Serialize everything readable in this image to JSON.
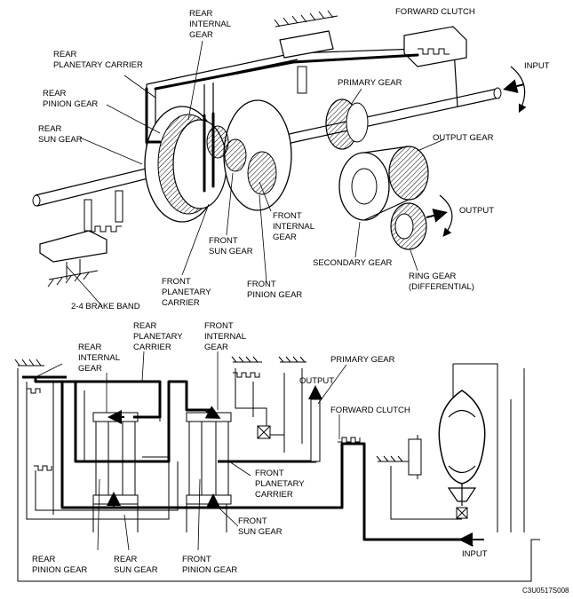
{
  "top_diagram": {
    "labels": {
      "rear_internal_gear": [
        "REAR",
        "INTERNAL",
        "GEAR"
      ],
      "forward_clutch": [
        "FORWARD CLUTCH"
      ],
      "rear_planetary_carrier": [
        "REAR",
        "PLANETARY CARRIER"
      ],
      "input": [
        "INPUT"
      ],
      "rear_pinion_gear": [
        "REAR",
        "PINION GEAR"
      ],
      "primary_gear": [
        "PRIMARY GEAR"
      ],
      "rear_sun_gear": [
        "REAR",
        "SUN GEAR"
      ],
      "output_gear": [
        "OUTPUT GEAR"
      ],
      "output": [
        "OUTPUT"
      ],
      "front_internal_gear": [
        "FRONT",
        "INTERNAL",
        "GEAR"
      ],
      "front_sun_gear": [
        "FRONT",
        "SUN GEAR"
      ],
      "secondary_gear": [
        "SECONDARY GEAR"
      ],
      "ring_gear": [
        "RING GEAR",
        "(DIFFERENTIAL)"
      ],
      "front_planetary_carrier": [
        "FRONT",
        "PLANETARY",
        "CARRIER"
      ],
      "front_pinion_gear": [
        "FRONT",
        "PINION GEAR"
      ],
      "brake_band": [
        "2-4 BRAKE BAND"
      ]
    }
  },
  "bottom_diagram": {
    "labels": {
      "rear_planetary_carrier": [
        "REAR",
        "PLANETARY",
        "CARRIER"
      ],
      "front_internal_gear": [
        "FRONT",
        "INTERNAL",
        "GEAR"
      ],
      "rear_internal_gear": [
        "REAR",
        "INTERNAL",
        "GEAR"
      ],
      "primary_gear": [
        "PRIMARY GEAR"
      ],
      "output": [
        "OUTPUT"
      ],
      "forward_clutch": [
        "FORWARD CLUTCH"
      ],
      "front_planetary_carrier": [
        "FRONT",
        "PLANETARY",
        "CARRIER"
      ],
      "front_sun_gear": [
        "FRONT",
        "SUN GEAR"
      ],
      "rear_pinion_gear": [
        "REAR",
        "PINION GEAR"
      ],
      "rear_sun_gear": [
        "REAR",
        "SUN GEAR"
      ],
      "front_pinion_gear": [
        "FRONT",
        "PINION GEAR"
      ],
      "input": [
        "INPUT"
      ]
    }
  },
  "figure_code": "C3U0517S008"
}
